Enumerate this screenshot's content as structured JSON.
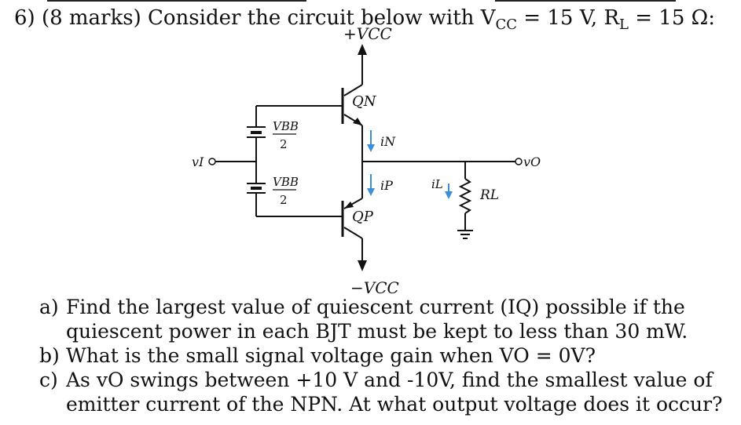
{
  "question": {
    "lead": "6) (8 marks) Consider the circuit below with V",
    "vcc_sub": "CC",
    "mid": " = 15 V, R",
    "rl_sub": "L",
    "tail": " = 15 Ω:"
  },
  "circuit": {
    "vcc_pos": "+VCC",
    "vcc_neg": "−VCC",
    "qn": "QN",
    "qp": "QP",
    "vbb": "VBB",
    "two": "2",
    "vi": "vI",
    "vo": "vO",
    "in": "iN",
    "ip": "iP",
    "il": "iL",
    "rl": "RL",
    "arrow_color": "#3a8fd6"
  },
  "parts": [
    {
      "label": "a)",
      "text": "Find the largest value of quiescent current (IQ) possible if the quiescent power in each BJT must be kept to less than 30 mW."
    },
    {
      "label": "b)",
      "text": "What is the small signal voltage gain when VO = 0V?"
    },
    {
      "label": "c)",
      "text": "As vO swings between +10 V and -10V, find the smallest value of emitter current of the NPN. At what output voltage does it occur?"
    }
  ]
}
